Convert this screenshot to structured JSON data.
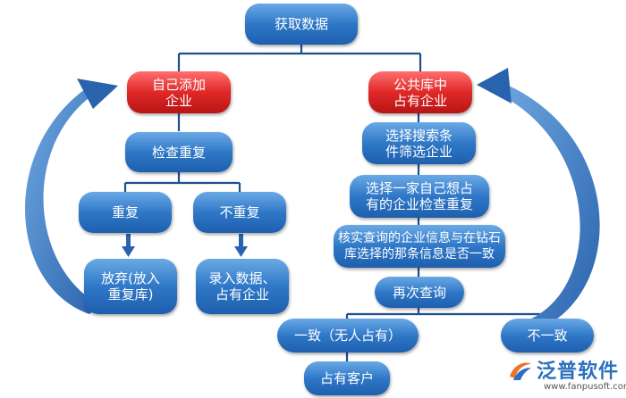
{
  "nodes": {
    "get_data": "获取数据",
    "self_add": "自己添加\n企业",
    "public_pool": "公共库中\n占有企业",
    "check_dup": "检查重复",
    "dup": "重复",
    "not_dup": "不重复",
    "abandon": "放弃(放入\n重复库)",
    "enter_data": "录入数据、\n占有企业",
    "select_filter": "选择搜索条\n件筛选企业",
    "choose_company": "选择一家自己想占\n有的企业检查重复",
    "verify": "核实查询的企业信息与在钻石\n库选择的那条信息是否一致",
    "requery": "再次查询",
    "consistent": "一致（无人占有）",
    "inconsistent": "不一致",
    "own_customer": "占有客户"
  },
  "colors": {
    "blue": "#2f78c7",
    "red": "#e02828",
    "connector": "#1f4e8c"
  },
  "logo": {
    "name": "泛普软件",
    "url": "www.fanpusoft.com",
    "icon": "fanpu-logo-icon"
  }
}
